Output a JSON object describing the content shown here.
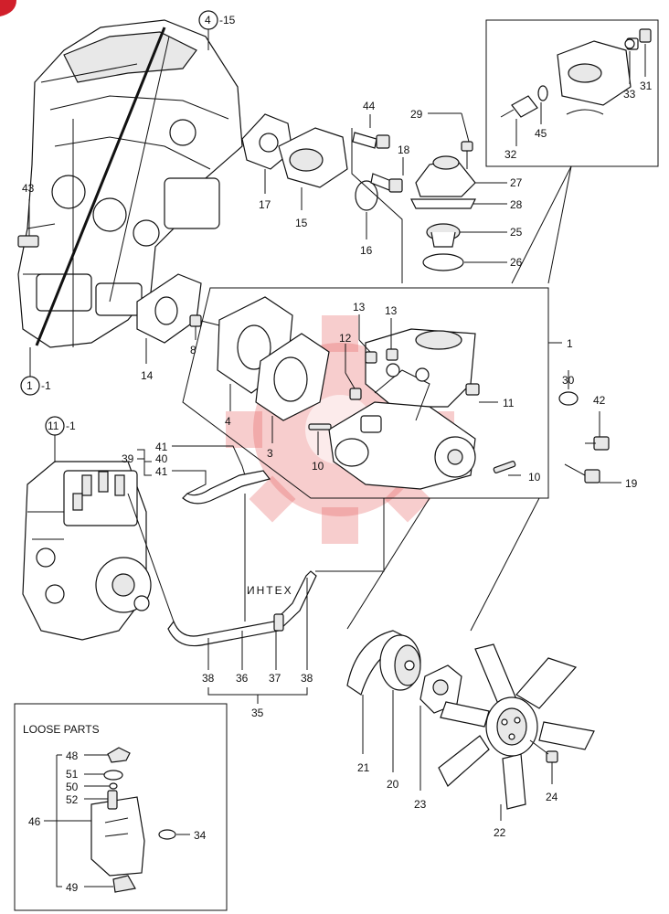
{
  "watermark": {
    "text": "ИНТЕХ",
    "color": "#e35b5b"
  },
  "refs": {
    "r4": "4",
    "r4_suffix": "-15",
    "r1": "1",
    "r1_suffix": "-1",
    "r11": "11",
    "r11_suffix": "-1"
  },
  "loose_parts": {
    "title": "LOOSE PARTS"
  },
  "callouts": {
    "c1": "1",
    "c3": "3",
    "c4": "4",
    "c8": "8",
    "c10a": "10",
    "c10b": "10",
    "c11": "11",
    "c12": "12",
    "c13a": "13",
    "c13b": "13",
    "c14": "14",
    "c15": "15",
    "c16": "16",
    "c17": "17",
    "c18": "18",
    "c19": "19",
    "c20": "20",
    "c21": "21",
    "c22": "22",
    "c23": "23",
    "c24": "24",
    "c25": "25",
    "c26": "26",
    "c27": "27",
    "c28": "28",
    "c29": "29",
    "c30": "30",
    "c31": "31",
    "c32": "32",
    "c33": "33",
    "c34": "34",
    "c35": "35",
    "c36": "36",
    "c37": "37",
    "c38a": "38",
    "c38b": "38",
    "c39": "39",
    "c40": "40",
    "c41a": "41",
    "c41b": "41",
    "c42": "42",
    "c43": "43",
    "c44": "44",
    "c45": "45",
    "c46": "46",
    "c48": "48",
    "c49": "49",
    "c50": "50",
    "c51": "51",
    "c52": "52"
  }
}
